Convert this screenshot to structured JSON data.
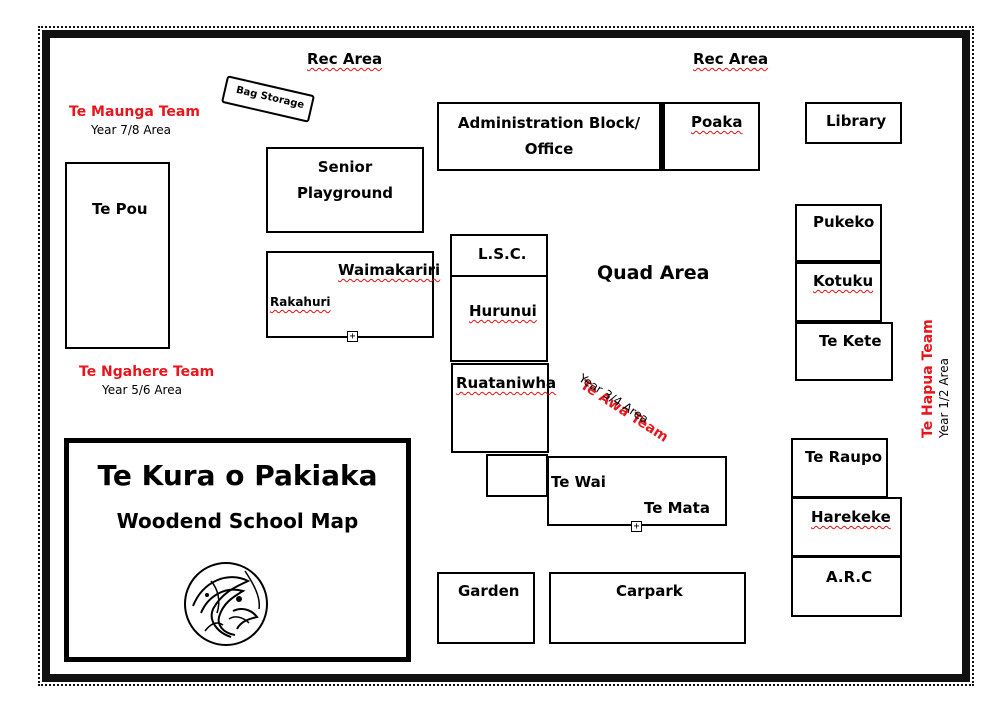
{
  "map": {
    "rec_area_left": "Rec Area",
    "rec_area_right": "Rec Area",
    "bag_storage": "Bag Storage",
    "quad_area": "Quad Area",
    "title": "Te Kura o Pakiaka",
    "subtitle": "Woodend School Map",
    "logo_icon": "school-crest-icon",
    "buildings": {
      "admin": "Administration Block/\nOffice",
      "poaka": "Poaka",
      "library": "Library",
      "senior_playground": "Senior\nPlayground",
      "te_pou": "Te Pou",
      "waimakariri": "Waimakariri",
      "rakahuri": "Rakahuri",
      "lsc": "L.S.C.",
      "hurunui": "Hurunui",
      "ruataniwha": "Ruataniwha",
      "te_wai": "Te Wai",
      "te_mata": "Te Mata",
      "pukeko": "Pukeko",
      "kotuku": "Kotuku",
      "te_kete": "Te Kete",
      "te_raupo": "Te Raupo",
      "harekeke": "Harekeke",
      "arc": "A.R.C",
      "garden": "Garden",
      "carpark": "Carpark"
    },
    "teams": {
      "maunga": {
        "name": "Te Maunga Team",
        "area": "Year 7/8 Area"
      },
      "ngahere": {
        "name": "Te Ngahere Team",
        "area": "Year 5/6 Area"
      },
      "awa": {
        "name": "Te Awa Team",
        "area": "Year 3/4 Area"
      },
      "hapua": {
        "name": "Te Hapua Team",
        "area": "Year 1/2 Area"
      }
    },
    "colors": {
      "team_red": "#e8161c",
      "border": "#111111"
    }
  }
}
